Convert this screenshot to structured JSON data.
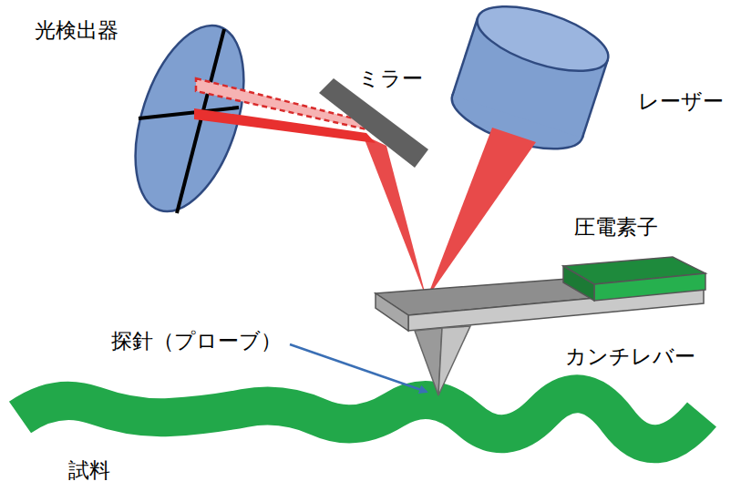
{
  "diagram": {
    "labels": [
      "光検出器",
      "ミラー",
      "レーザー",
      "圧電素子",
      "探針（プローブ）",
      "カンチレバー",
      "試料"
    ]
  }
}
